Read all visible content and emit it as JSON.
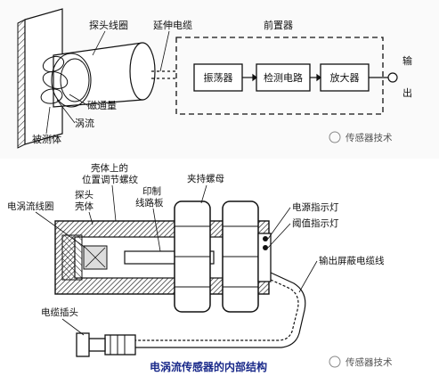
{
  "top_diagram": {
    "labels": {
      "probe_coil": "探头线圈",
      "extension_cable": "延伸电缆",
      "preamplifier": "前置器",
      "flux": "磁通量",
      "eddy_current": "涡流",
      "target": "被测体",
      "output_top": "输",
      "output_bottom": "出"
    },
    "blocks": [
      "振荡器",
      "检测电路",
      "放大器"
    ],
    "watermark": "传感器技术"
  },
  "bottom_diagram": {
    "labels": {
      "housing_thread": "壳体上的\n位置调节螺纹",
      "clamp_nut": "夹持螺母",
      "eddy_coil": "电涡流线圈",
      "probe_housing": "探头\n壳体",
      "pcb": "印制\n线路板",
      "power_indicator": "电源指示灯",
      "threshold_indicator": "阈值指示灯",
      "shielded_cable": "输出屏蔽电缆线",
      "cable_plug": "电缆插头"
    },
    "caption": "电涡流传感器的内部结构",
    "watermark": "传感器技术"
  },
  "colors": {
    "caption": "#1a2a8a",
    "line": "#111111",
    "hatch": "#333333"
  }
}
